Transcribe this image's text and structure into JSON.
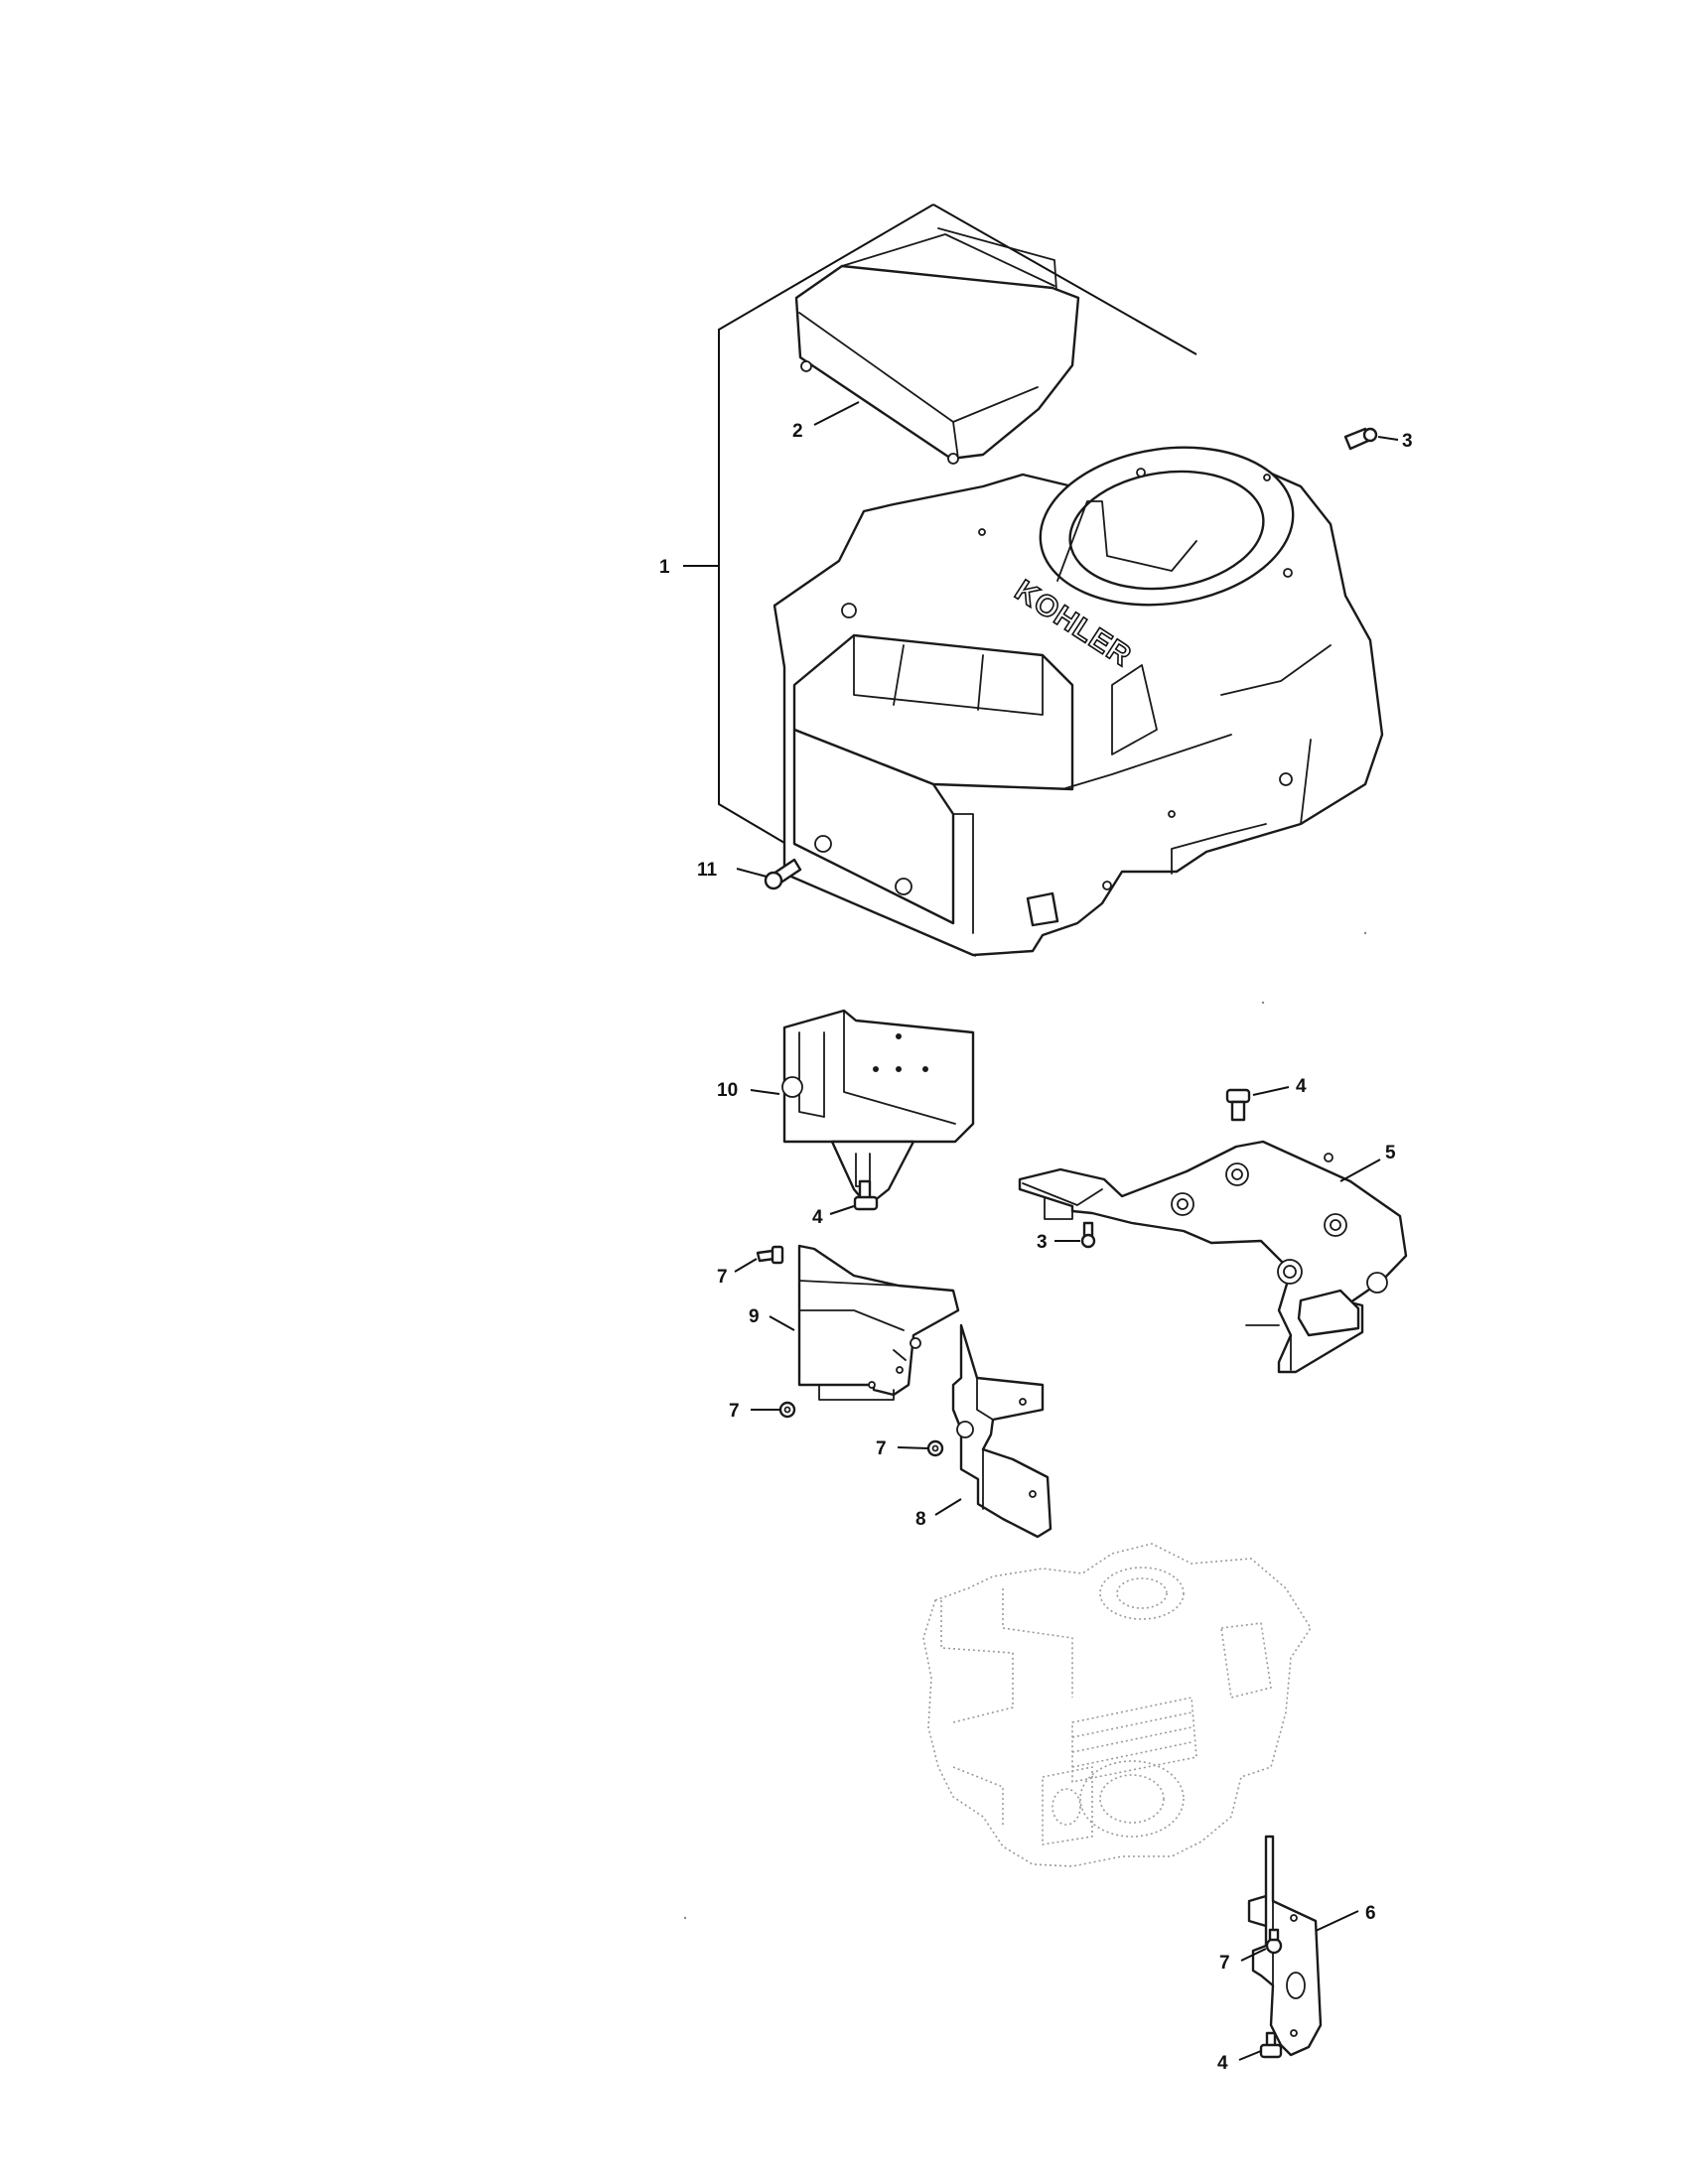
{
  "diagram": {
    "brand_text": "KOHLER",
    "callouts": [
      {
        "id": "c1",
        "label": "1"
      },
      {
        "id": "c2",
        "label": "2"
      },
      {
        "id": "c3a",
        "label": "3"
      },
      {
        "id": "c11",
        "label": "11"
      },
      {
        "id": "c10",
        "label": "10"
      },
      {
        "id": "c4a",
        "label": "4"
      },
      {
        "id": "c4b",
        "label": "4"
      },
      {
        "id": "c5",
        "label": "5"
      },
      {
        "id": "c3b",
        "label": "3"
      },
      {
        "id": "c7a",
        "label": "7"
      },
      {
        "id": "c9",
        "label": "9"
      },
      {
        "id": "c7b",
        "label": "7"
      },
      {
        "id": "c7c",
        "label": "7"
      },
      {
        "id": "c8",
        "label": "8"
      },
      {
        "id": "c6",
        "label": "6"
      },
      {
        "id": "c7d",
        "label": "7"
      },
      {
        "id": "c4c",
        "label": "4"
      }
    ]
  }
}
